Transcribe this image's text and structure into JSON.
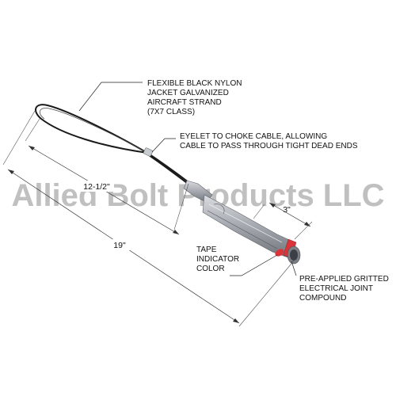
{
  "watermark": "Allied Bolt Products LLC",
  "callouts": {
    "strand": [
      "FLEXIBLE BLACK NYLON",
      "JACKET GALVANIZED",
      "AIRCRAFT STRAND",
      "(7X7 CLASS)"
    ],
    "eyelet": [
      "EYELET TO CHOKE CABLE, ALLOWING",
      "CABLE TO PASS THROUGH TIGHT DEAD ENDS"
    ],
    "tape": [
      "TAPE",
      "INDICATOR",
      "COLOR"
    ],
    "compound": [
      "PRE-APPLIED GRITTED",
      "ELECTRICAL JOINT",
      "COMPOUND"
    ]
  },
  "dimensions": {
    "overall": "19\"",
    "loop": "12-1/2\"",
    "sleeve": "3\""
  },
  "colors": {
    "tape": "#d9353a",
    "cable": "#1a1a1a",
    "metal": "#a9adb3"
  }
}
